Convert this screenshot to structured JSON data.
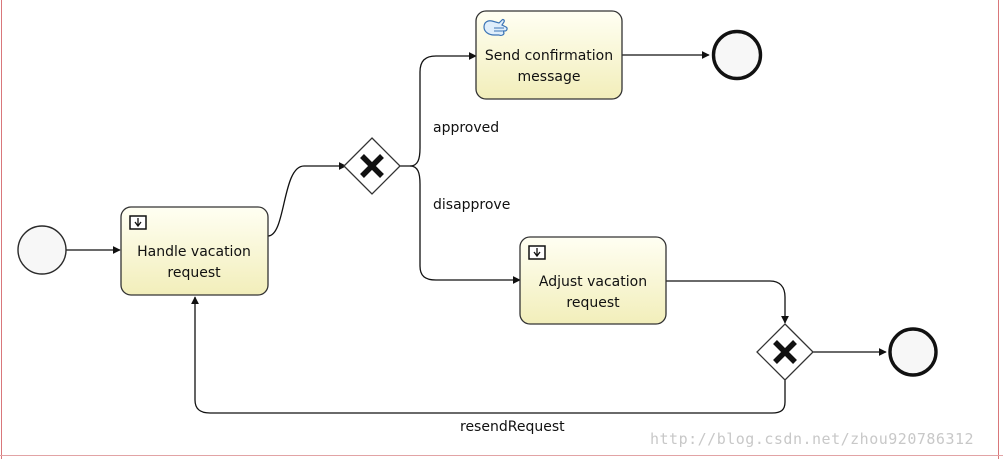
{
  "tasks": {
    "handle": {
      "line1": "Handle vacation",
      "line2": "request",
      "icon": "user-task-form-icon"
    },
    "confirm": {
      "line1": "Send confirmation",
      "line2": "message",
      "icon": "manual-task-hand-icon"
    },
    "adjust": {
      "line1": "Adjust vacation",
      "line2": "request",
      "icon": "user-task-form-icon"
    }
  },
  "flows": {
    "approved": "approved",
    "disapprove": "disapprove",
    "resend": "resendRequest"
  },
  "watermark": "http://blog.csdn.net/zhou920786312",
  "colors": {
    "task_fill_top": "#fffff3",
    "task_fill_bottom": "#f2eeba",
    "stroke": "#111111",
    "event_fill": "#f7f7f7",
    "frame": "#d9777a"
  }
}
